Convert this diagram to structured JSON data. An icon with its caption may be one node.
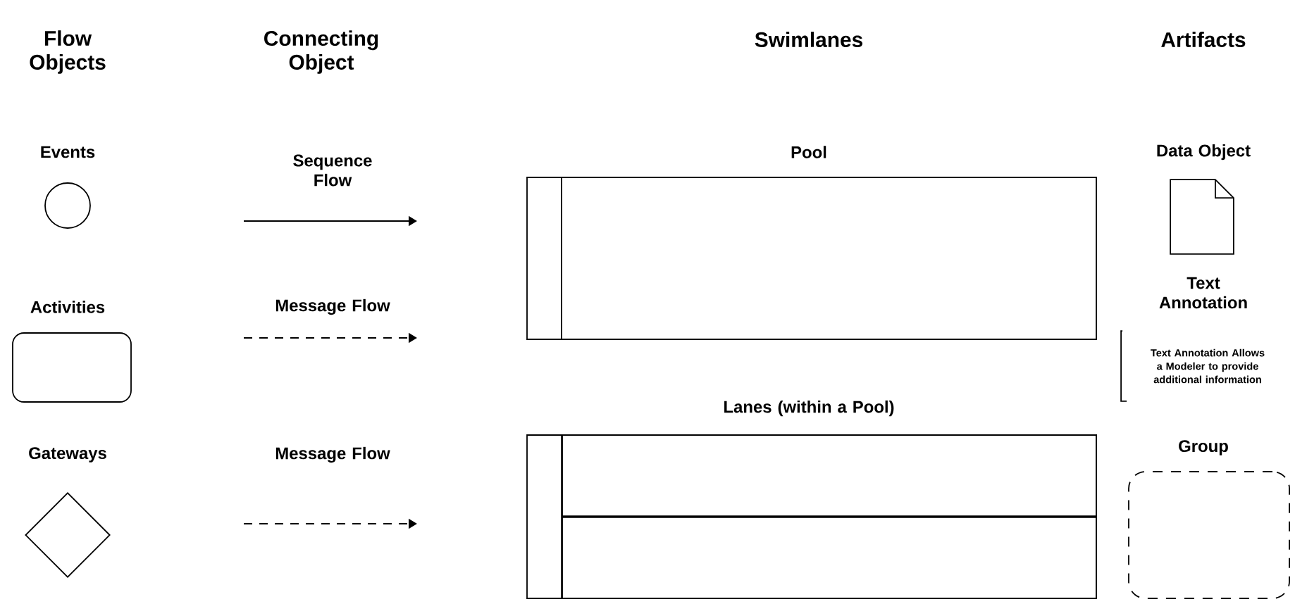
{
  "diagram": {
    "nodes": [
      {
        "text": [
          "Events"
        ]
      },
      {
        "text": [
          "Activities"
        ]
      },
      {
        "text": [
          "Gateways"
        ]
      },
      {
        "text": [
          "Pool"
        ]
      },
      {
        "text": [
          "Lanes (within a Pool)"
        ]
      },
      {
        "text": [],
        "shape": "box",
        "in": 4
      },
      {
        "text": [],
        "shape": "box",
        "in": 4
      },
      {
        "text": [
          "Data Object"
        ]
      },
      {
        "text": [
          "Text Annotation",
          "Text Annotation Allows a Modeler to provide additional information"
        ]
      },
      {
        "text": [
          "Group"
        ]
      }
    ],
    "labels": [
      "Flow Objects",
      "Connecting Object",
      "Swimlanes",
      "Artifacts",
      "Sequence Flow",
      "Message Flow",
      "Message Flow"
    ]
  }
}
